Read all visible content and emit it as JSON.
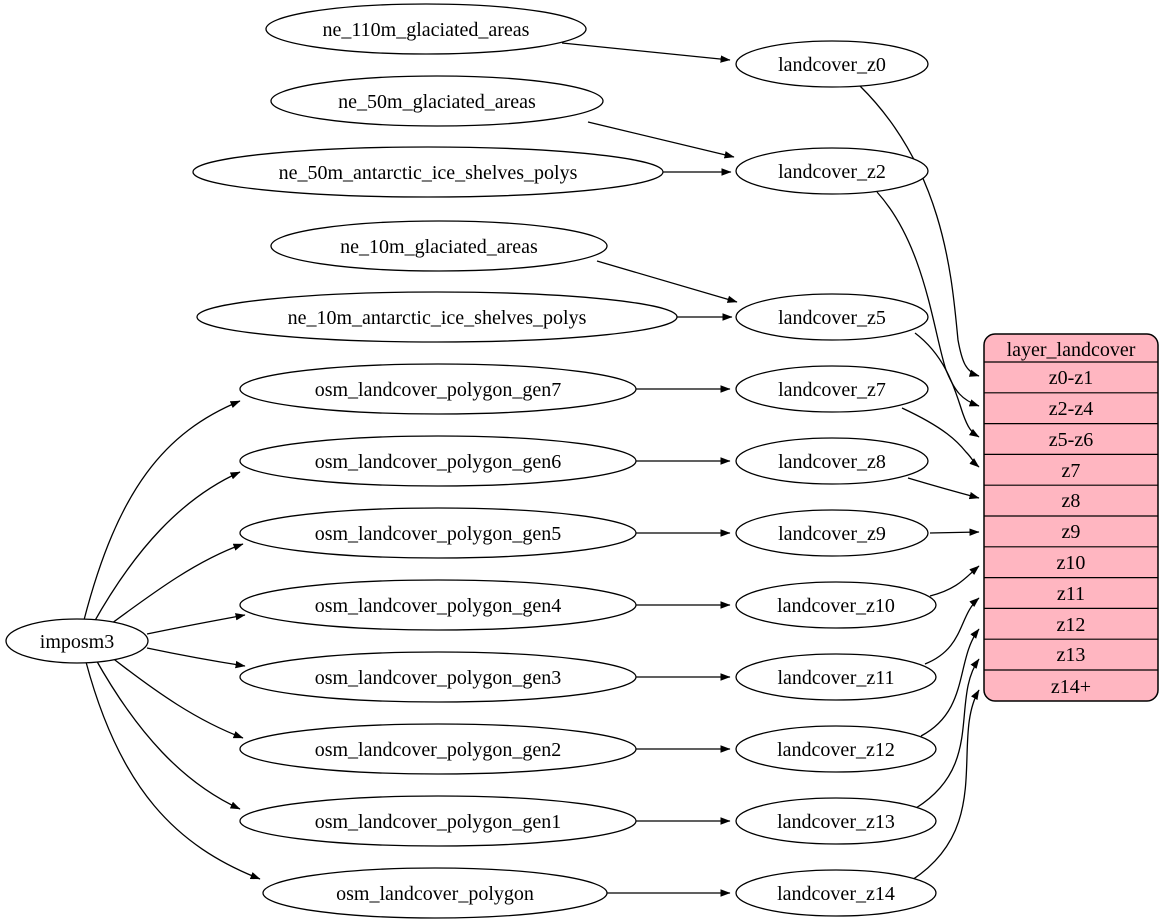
{
  "nodes": {
    "root": {
      "label": "imposm3"
    },
    "sources": [
      {
        "label": "ne_110m_glaciated_areas"
      },
      {
        "label": "ne_50m_glaciated_areas"
      },
      {
        "label": "ne_50m_antarctic_ice_shelves_polys"
      },
      {
        "label": "ne_10m_glaciated_areas"
      },
      {
        "label": "ne_10m_antarctic_ice_shelves_polys"
      },
      {
        "label": "osm_landcover_polygon_gen7"
      },
      {
        "label": "osm_landcover_polygon_gen6"
      },
      {
        "label": "osm_landcover_polygon_gen5"
      },
      {
        "label": "osm_landcover_polygon_gen4"
      },
      {
        "label": "osm_landcover_polygon_gen3"
      },
      {
        "label": "osm_landcover_polygon_gen2"
      },
      {
        "label": "osm_landcover_polygon_gen1"
      },
      {
        "label": "osm_landcover_polygon"
      }
    ],
    "generalized_tables": [
      {
        "label": "landcover_z0"
      },
      {
        "label": "landcover_z2"
      },
      {
        "label": "landcover_z5"
      },
      {
        "label": "landcover_z7"
      },
      {
        "label": "landcover_z8"
      },
      {
        "label": "landcover_z9"
      },
      {
        "label": "landcover_z10"
      },
      {
        "label": "landcover_z11"
      },
      {
        "label": "landcover_z12"
      },
      {
        "label": "landcover_z13"
      },
      {
        "label": "landcover_z14"
      }
    ],
    "layer_table": {
      "title": "layer_landcover",
      "rows": [
        {
          "label": "z0-z1"
        },
        {
          "label": "z2-z4"
        },
        {
          "label": "z5-z6"
        },
        {
          "label": "z7"
        },
        {
          "label": "z8"
        },
        {
          "label": "z9"
        },
        {
          "label": "z10"
        },
        {
          "label": "z11"
        },
        {
          "label": "z12"
        },
        {
          "label": "z13"
        },
        {
          "label": "z14+"
        }
      ]
    }
  },
  "edges": [
    {
      "from": "ne_110m_glaciated_areas",
      "to": "landcover_z0"
    },
    {
      "from": "ne_50m_glaciated_areas",
      "to": "landcover_z2"
    },
    {
      "from": "ne_50m_antarctic_ice_shelves_polys",
      "to": "landcover_z2"
    },
    {
      "from": "ne_10m_glaciated_areas",
      "to": "landcover_z5"
    },
    {
      "from": "ne_10m_antarctic_ice_shelves_polys",
      "to": "landcover_z5"
    },
    {
      "from": "imposm3",
      "to": "osm_landcover_polygon_gen7"
    },
    {
      "from": "imposm3",
      "to": "osm_landcover_polygon_gen6"
    },
    {
      "from": "imposm3",
      "to": "osm_landcover_polygon_gen5"
    },
    {
      "from": "imposm3",
      "to": "osm_landcover_polygon_gen4"
    },
    {
      "from": "imposm3",
      "to": "osm_landcover_polygon_gen3"
    },
    {
      "from": "imposm3",
      "to": "osm_landcover_polygon_gen2"
    },
    {
      "from": "imposm3",
      "to": "osm_landcover_polygon_gen1"
    },
    {
      "from": "imposm3",
      "to": "osm_landcover_polygon"
    },
    {
      "from": "osm_landcover_polygon_gen7",
      "to": "landcover_z7"
    },
    {
      "from": "osm_landcover_polygon_gen6",
      "to": "landcover_z8"
    },
    {
      "from": "osm_landcover_polygon_gen5",
      "to": "landcover_z9"
    },
    {
      "from": "osm_landcover_polygon_gen4",
      "to": "landcover_z10"
    },
    {
      "from": "osm_landcover_polygon_gen3",
      "to": "landcover_z11"
    },
    {
      "from": "osm_landcover_polygon_gen2",
      "to": "landcover_z12"
    },
    {
      "from": "osm_landcover_polygon_gen1",
      "to": "landcover_z13"
    },
    {
      "from": "osm_landcover_polygon",
      "to": "landcover_z14"
    },
    {
      "from": "landcover_z0",
      "to": "layer_landcover:z0-z1"
    },
    {
      "from": "landcover_z2",
      "to": "layer_landcover:z2-z4"
    },
    {
      "from": "landcover_z5",
      "to": "layer_landcover:z5-z6"
    },
    {
      "from": "landcover_z7",
      "to": "layer_landcover:z7"
    },
    {
      "from": "landcover_z8",
      "to": "layer_landcover:z8"
    },
    {
      "from": "landcover_z9",
      "to": "layer_landcover:z9"
    },
    {
      "from": "landcover_z10",
      "to": "layer_landcover:z10"
    },
    {
      "from": "landcover_z11",
      "to": "layer_landcover:z11"
    },
    {
      "from": "landcover_z12",
      "to": "layer_landcover:z12"
    },
    {
      "from": "landcover_z13",
      "to": "layer_landcover:z13"
    },
    {
      "from": "landcover_z14",
      "to": "layer_landcover:z14+"
    }
  ],
  "colors": {
    "background": "#ffffff",
    "node_fill": "#ffffff",
    "node_stroke": "#000000",
    "edge_color": "#000000",
    "layer_table_fill": "#ffb6c1"
  }
}
